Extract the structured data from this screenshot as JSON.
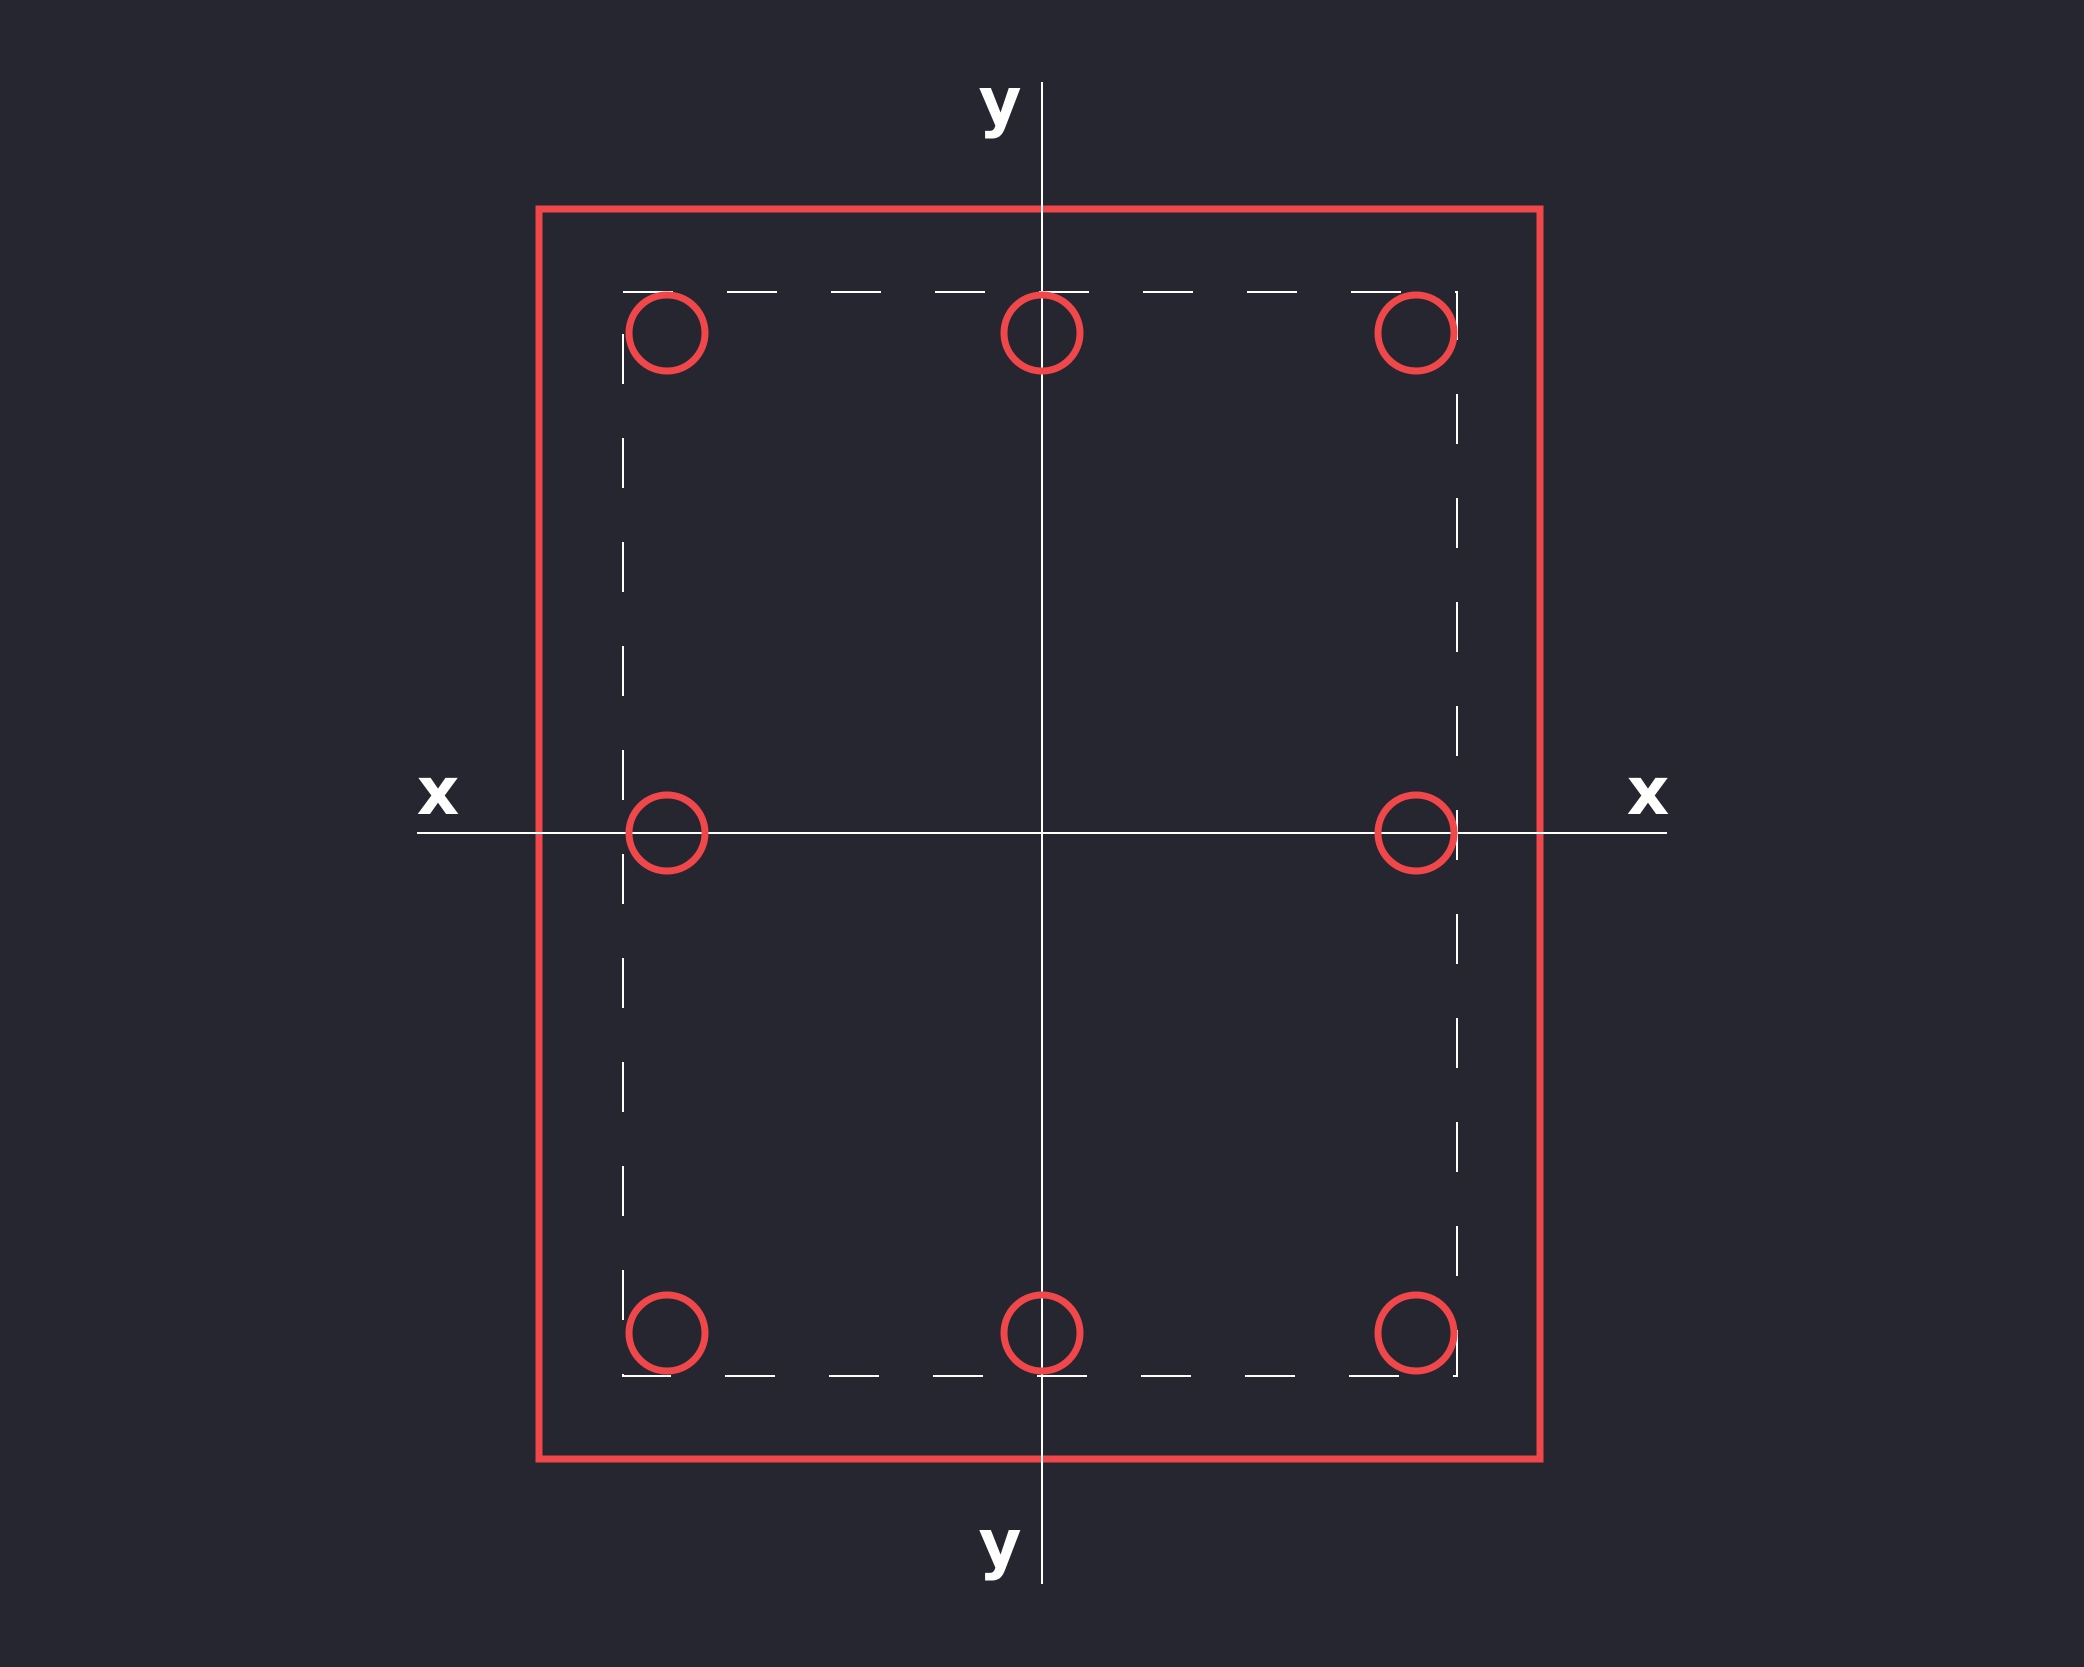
{
  "colors": {
    "background": "#262630",
    "outline": "#f0474b",
    "bar": "#f0474b",
    "axis": "#ffffff",
    "stirrup": "#ffffff",
    "label": "#ffffff"
  },
  "axes": {
    "x_left_label": "x",
    "x_right_label": "x",
    "y_top_label": "y",
    "y_bottom_label": "y"
  },
  "section": {
    "reinforcement_bar_count": 8
  }
}
